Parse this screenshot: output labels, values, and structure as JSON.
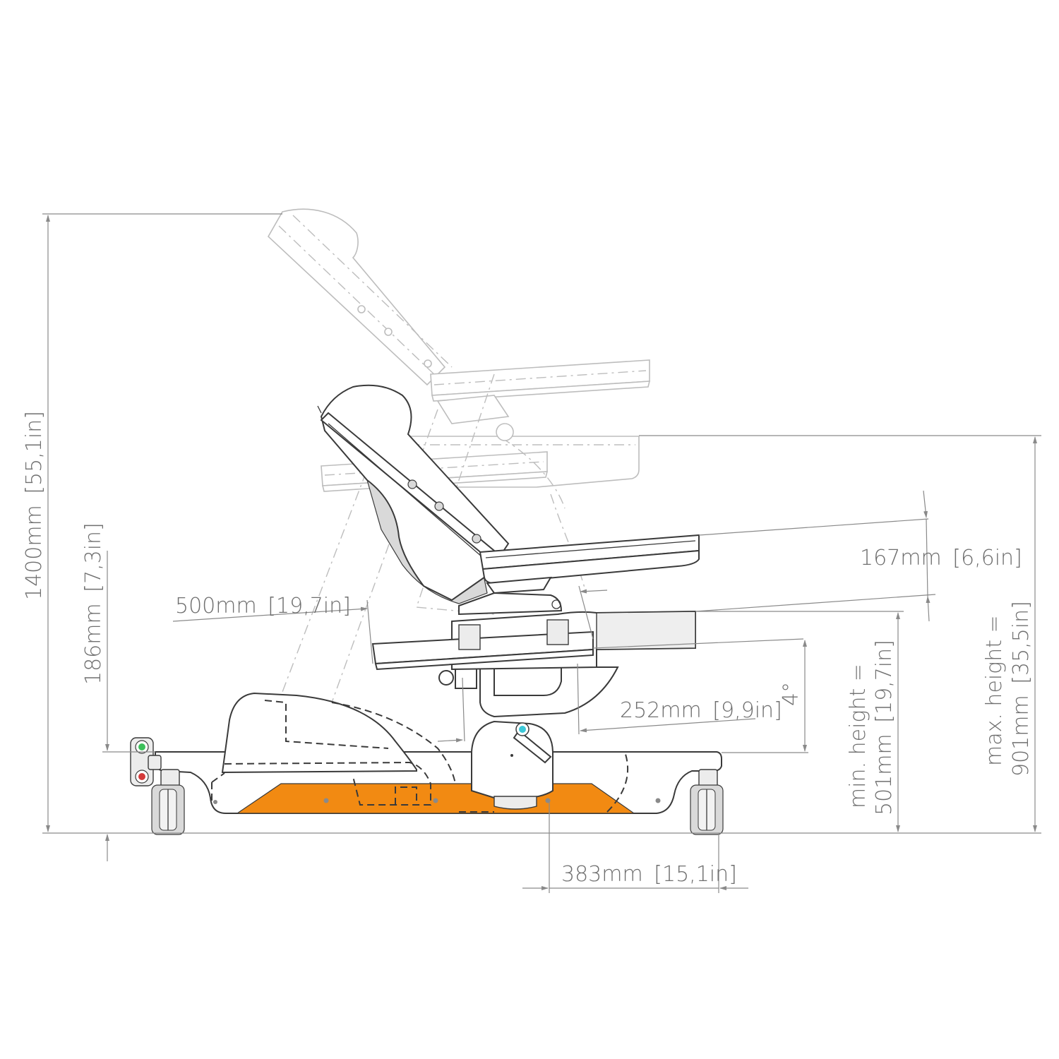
{
  "dimensions": {
    "total_height": {
      "value": "1400mm",
      "alt": "55,1in"
    },
    "base_height": {
      "value": "186mm",
      "alt": "7,3in"
    },
    "tray_depth": {
      "value": "500mm",
      "alt": "19,7in"
    },
    "tray_thickness": {
      "value": "167mm",
      "alt": "6,6in"
    },
    "offset": {
      "value": "252mm",
      "alt": "9,9in"
    },
    "tilt_angle": {
      "value": "4°"
    },
    "min_height": {
      "label": "min. height =",
      "value": "501mm",
      "alt": "19,7in"
    },
    "max_height": {
      "label": "max. height =",
      "value": "901mm",
      "alt": "35,5in"
    },
    "wheel_offset": {
      "value": "383mm",
      "alt": "15,1in"
    }
  },
  "colors": {
    "base_plate": "#f28a12",
    "dimension": "#8a8a8a",
    "ghost_outline": "#bdbdbd",
    "outline": "#3a3a3a",
    "indicator_green": "#3cc05a",
    "indicator_red": "#d43a3a",
    "knob_cyan": "#3cc8d8"
  }
}
